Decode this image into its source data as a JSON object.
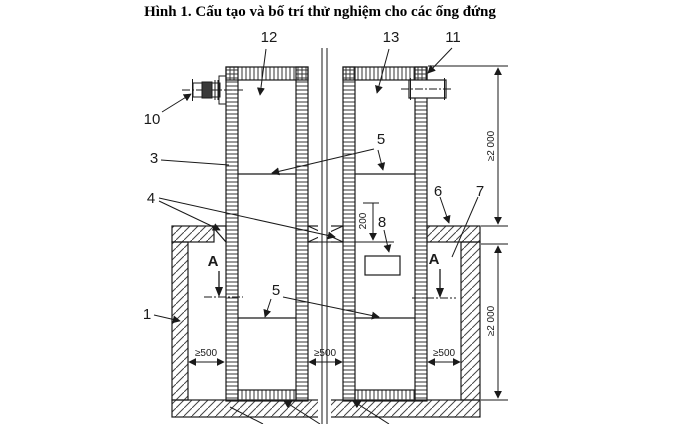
{
  "figure": {
    "title": "Hình 1. Cấu tạo và bố trí thử nghiệm cho các ống đứng"
  },
  "part_labels": {
    "pit": "1",
    "shaft_wall": "3",
    "seals": "4",
    "level_upper": "5",
    "level_lower": "5",
    "slab": "6",
    "annulus": "7",
    "specimen_box": "8",
    "valve": "10",
    "stub": "11",
    "left_shaft": "12",
    "right_shaft": "13"
  },
  "section_markers": {
    "left": "A",
    "right": "A"
  },
  "dimensions": {
    "clearance_left": "≥500",
    "clearance_middle": "≥500",
    "clearance_right": "≥500",
    "height_upper": "≥2 000",
    "height_lower": "≥2 000",
    "offset_200": "200"
  }
}
